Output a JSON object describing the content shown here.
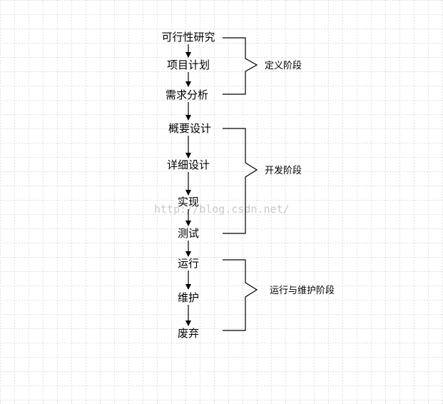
{
  "steps": [
    {
      "label": "可行性研究"
    },
    {
      "label": "项目计划"
    },
    {
      "label": "需求分析"
    },
    {
      "label": "概要设计"
    },
    {
      "label": "详细设计"
    },
    {
      "label": "实现"
    },
    {
      "label": "测试"
    },
    {
      "label": "运行"
    },
    {
      "label": "维护"
    },
    {
      "label": "废弃"
    }
  ],
  "phases": [
    {
      "label": "定义阶段"
    },
    {
      "label": "开发阶段"
    },
    {
      "label": "运行与维护阶段"
    }
  ],
  "watermark": "http://blog.csdn.net/",
  "colors": {
    "grid": "#c0c0c0",
    "ink": "#000000",
    "watermark": "#c9c9c9"
  }
}
